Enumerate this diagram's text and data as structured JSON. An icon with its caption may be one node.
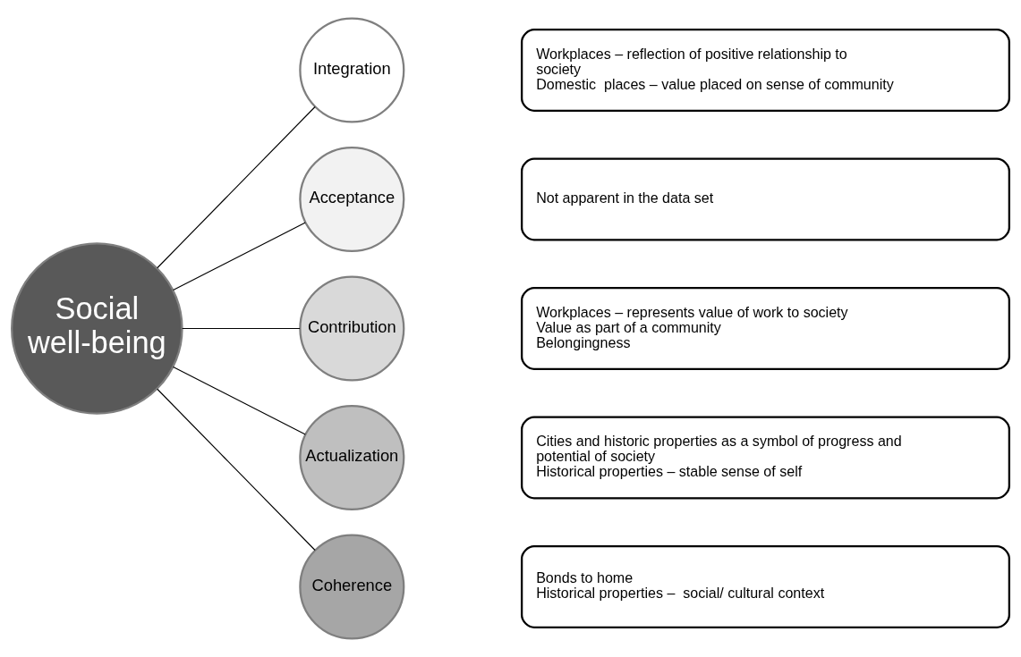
{
  "diagram": {
    "nodes": [
      {
        "text": [
          "Social well-being"
        ]
      },
      {
        "text": [
          "Integration"
        ]
      },
      {
        "text": [
          "Acceptance"
        ]
      },
      {
        "text": [
          "Contribution"
        ]
      },
      {
        "text": [
          "Actualization"
        ]
      },
      {
        "text": [
          "Coherence"
        ]
      },
      {
        "text": [
          "Workplaces – reflection of positive relationship to society",
          "Domestic  places – value placed on sense of community"
        ]
      },
      {
        "text": [
          "Not apparent in the data set"
        ]
      },
      {
        "text": [
          "Workplaces – represents value of work to society",
          "Value as part of a community",
          "Belongingness"
        ]
      },
      {
        "text": [
          "Cities and historic properties as a symbol of progress and potential of society",
          "Historical properties – stable sense of self"
        ]
      },
      {
        "text": [
          "Bonds to home",
          "Historical properties –  social/ cultural context"
        ]
      }
    ],
    "edges": [
      {
        "from": 0,
        "to": 1,
        "arrow": "none"
      },
      {
        "from": 0,
        "to": 2,
        "arrow": "none"
      },
      {
        "from": 0,
        "to": 3,
        "arrow": "none"
      },
      {
        "from": 0,
        "to": 4,
        "arrow": "none"
      },
      {
        "from": 0,
        "to": 5,
        "arrow": "none"
      }
    ]
  }
}
